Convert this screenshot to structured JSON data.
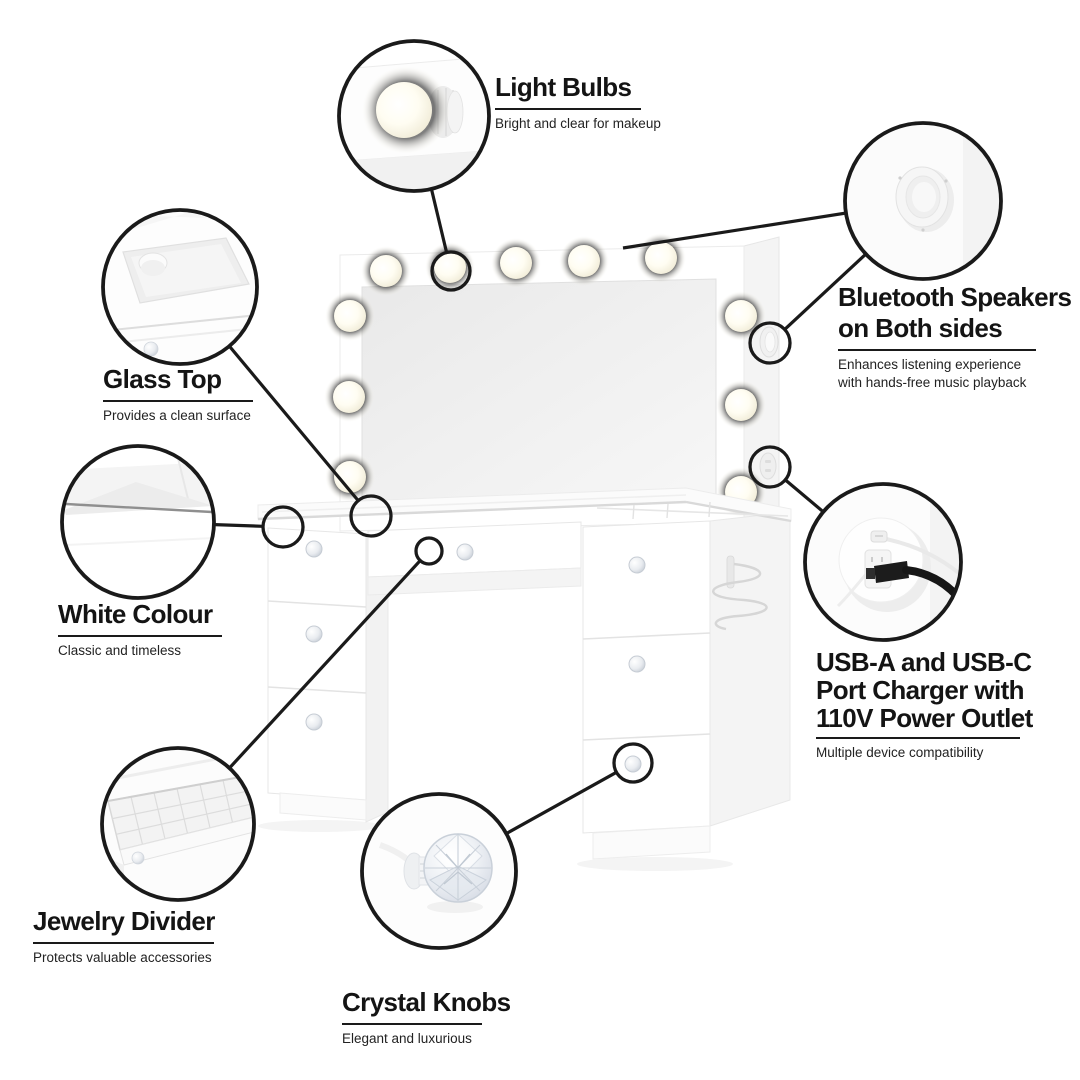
{
  "palette": {
    "background": "#ffffff",
    "outline": "#1a1a1a",
    "heading_text": "#141414",
    "body_text": "#222222",
    "product_white": "#ffffff",
    "soft_shadow": "#f3f3f3",
    "warm_bulb_glow": "#fdf8e3"
  },
  "callouts": {
    "light_bulbs": {
      "title": "Light Bulbs",
      "description": "Bright and clear for makeup",
      "vignette": "glowing-bulb"
    },
    "bluetooth_speakers": {
      "title_lines": [
        "Bluetooth Speakers",
        "on Both sides"
      ],
      "description_lines": [
        "Enhances listening experience",
        "with hands-free music playback"
      ],
      "vignette": "speaker-grille"
    },
    "glass_top": {
      "title": "Glass Top",
      "description": "Provides a clean surface",
      "vignette": "glass-surface-corner"
    },
    "white_colour": {
      "title": "White Colour",
      "description": "Classic and timeless",
      "vignette": "white-table-edge"
    },
    "usb_power": {
      "title_lines": [
        "USB-A and USB-C",
        "Port Charger with",
        "110V Power Outlet"
      ],
      "description": "Multiple device compatibility",
      "vignette": "power-outlet-with-plug"
    },
    "jewelry_divider": {
      "title": "Jewelry Divider",
      "description": "Protects valuable accessories",
      "vignette": "divided-drawer-tray"
    },
    "crystal_knobs": {
      "title": "Crystal Knobs",
      "description": "Elegant and luxurious",
      "vignette": "faceted-crystal-knob"
    }
  }
}
